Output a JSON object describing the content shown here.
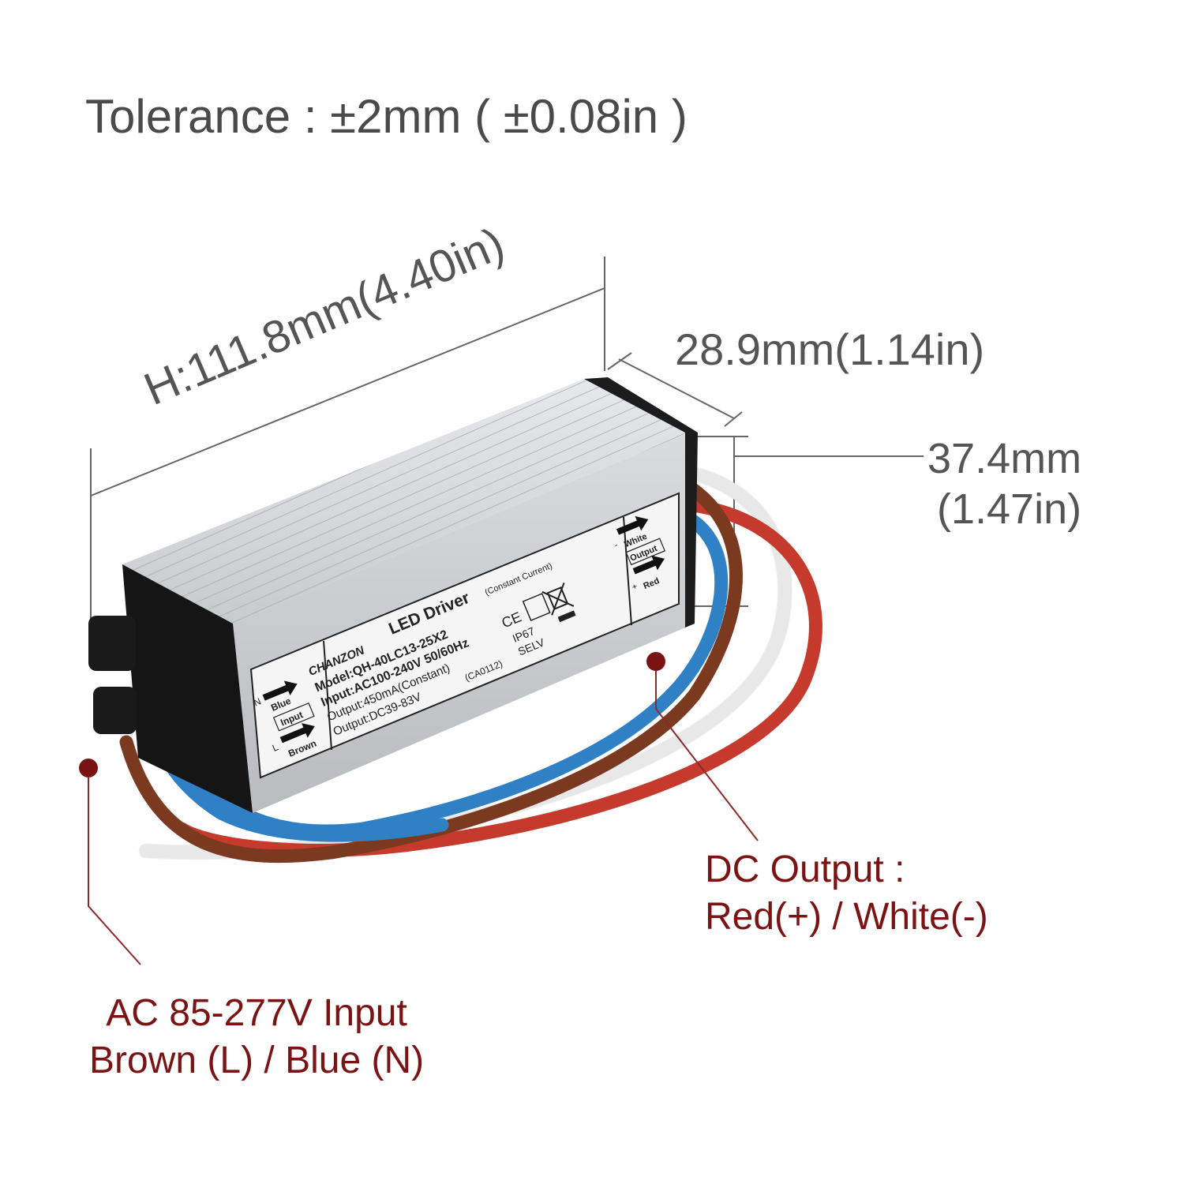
{
  "tolerance": "Tolerance : ±2mm ( ±0.08in )",
  "dimensions": {
    "height": "H:111.8mm(4.40in)",
    "depth": "28.9mm(1.14in)",
    "width_mm": "37.4mm",
    "width_in": "(1.47in)"
  },
  "callouts": {
    "dc_output_line1": "DC Output :",
    "dc_output_line2": "Red(+) / White(-)",
    "ac_input_line1": "AC 85-277V Input",
    "ac_input_line2": "Brown (L) / Blue (N)"
  },
  "label_plate": {
    "brand": "CHANZON",
    "title": "LED Driver",
    "subtitle": "(Constant Current)",
    "model": "Model:QH-40LC13-25X2",
    "input": "Input:AC100-240V 50/60Hz",
    "output_current": "Output:450mA(Constant)",
    "output_voltage": "Output:DC39-83V",
    "code": "(CA0112)",
    "ip": "IP67",
    "selv": "SELV",
    "ce": "CE",
    "input_box": "Input",
    "n_mark": "N",
    "l_mark": "L",
    "blue": "Blue",
    "brown": "Brown",
    "output_box": "Output",
    "white": "White",
    "red": "Red",
    "minus": "-",
    "plus": "+"
  },
  "colors": {
    "callout": "#7a1414",
    "dimension": "#555555",
    "wire_red": "#c0392b",
    "wire_blue": "#2f7fc1",
    "wire_brown": "#7a3b20",
    "wire_white": "#f4f4f4"
  }
}
